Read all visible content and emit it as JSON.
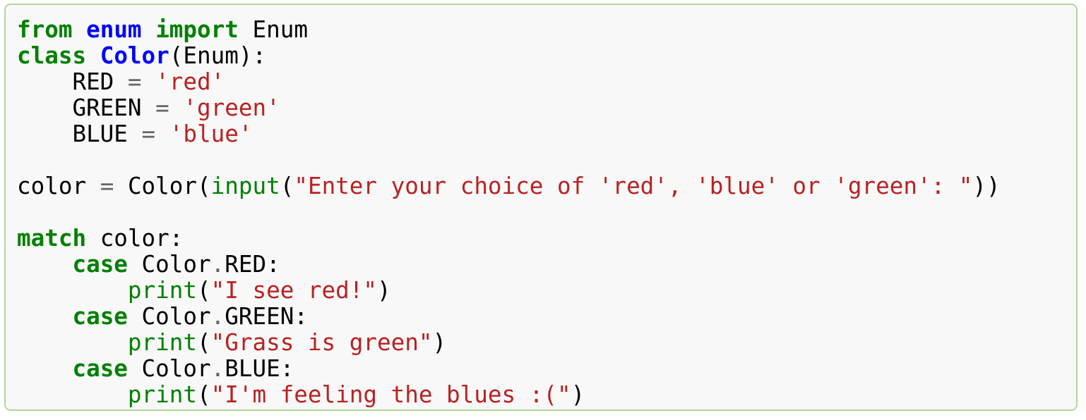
{
  "code_block": {
    "language": "python",
    "border_color": "#b4d5a0",
    "background_color": "#f8f8f8",
    "theme": {
      "keyword_color": "#008000",
      "namespace_color": "#0000ff",
      "class_name_color": "#0000ff",
      "builtin_color": "#008000",
      "string_color": "#ba2121",
      "operator_color": "#666666",
      "text_color": "#000000"
    },
    "lines": [
      {
        "n": 1,
        "text": "from enum import Enum",
        "tokens": [
          {
            "t": "from",
            "c": "tok-k"
          },
          {
            "t": " ",
            "c": "tok-n"
          },
          {
            "t": "enum",
            "c": "tok-kn"
          },
          {
            "t": " ",
            "c": "tok-n"
          },
          {
            "t": "import",
            "c": "tok-k"
          },
          {
            "t": " ",
            "c": "tok-n"
          },
          {
            "t": "Enum",
            "c": "tok-n"
          }
        ]
      },
      {
        "n": 2,
        "text": "class Color(Enum):",
        "tokens": [
          {
            "t": "class",
            "c": "tok-k"
          },
          {
            "t": " ",
            "c": "tok-n"
          },
          {
            "t": "Color",
            "c": "tok-nc"
          },
          {
            "t": "(",
            "c": "tok-p"
          },
          {
            "t": "Enum",
            "c": "tok-n"
          },
          {
            "t": "):",
            "c": "tok-p"
          }
        ]
      },
      {
        "n": 3,
        "text": "    RED = 'red'",
        "tokens": [
          {
            "t": "    RED ",
            "c": "tok-n"
          },
          {
            "t": "=",
            "c": "tok-o"
          },
          {
            "t": " ",
            "c": "tok-n"
          },
          {
            "t": "'red'",
            "c": "tok-s"
          }
        ]
      },
      {
        "n": 4,
        "text": "    GREEN = 'green'",
        "tokens": [
          {
            "t": "    GREEN ",
            "c": "tok-n"
          },
          {
            "t": "=",
            "c": "tok-o"
          },
          {
            "t": " ",
            "c": "tok-n"
          },
          {
            "t": "'green'",
            "c": "tok-s"
          }
        ]
      },
      {
        "n": 5,
        "text": "    BLUE = 'blue'",
        "tokens": [
          {
            "t": "    BLUE ",
            "c": "tok-n"
          },
          {
            "t": "=",
            "c": "tok-o"
          },
          {
            "t": " ",
            "c": "tok-n"
          },
          {
            "t": "'blue'",
            "c": "tok-s"
          }
        ]
      },
      {
        "n": 6,
        "text": "",
        "tokens": []
      },
      {
        "n": 7,
        "text": "color = Color(input(\"Enter your choice of 'red', 'blue' or 'green': \"))",
        "tokens": [
          {
            "t": "color ",
            "c": "tok-n"
          },
          {
            "t": "=",
            "c": "tok-o"
          },
          {
            "t": " ",
            "c": "tok-n"
          },
          {
            "t": "Color",
            "c": "tok-n"
          },
          {
            "t": "(",
            "c": "tok-p"
          },
          {
            "t": "input",
            "c": "tok-nb"
          },
          {
            "t": "(",
            "c": "tok-p"
          },
          {
            "t": "\"Enter your choice of 'red', 'blue' or 'green': \"",
            "c": "tok-s"
          },
          {
            "t": "))",
            "c": "tok-p"
          }
        ]
      },
      {
        "n": 8,
        "text": "",
        "tokens": []
      },
      {
        "n": 9,
        "text": "match color:",
        "tokens": [
          {
            "t": "match",
            "c": "tok-k"
          },
          {
            "t": " color",
            "c": "tok-n"
          },
          {
            "t": ":",
            "c": "tok-p"
          }
        ]
      },
      {
        "n": 10,
        "text": "    case Color.RED:",
        "tokens": [
          {
            "t": "    ",
            "c": "tok-n"
          },
          {
            "t": "case",
            "c": "tok-k"
          },
          {
            "t": " Color",
            "c": "tok-n"
          },
          {
            "t": ".",
            "c": "tok-o"
          },
          {
            "t": "RED",
            "c": "tok-n"
          },
          {
            "t": ":",
            "c": "tok-p"
          }
        ]
      },
      {
        "n": 11,
        "text": "        print(\"I see red!\")",
        "tokens": [
          {
            "t": "        ",
            "c": "tok-n"
          },
          {
            "t": "print",
            "c": "tok-nb"
          },
          {
            "t": "(",
            "c": "tok-p"
          },
          {
            "t": "\"I see red!\"",
            "c": "tok-s"
          },
          {
            "t": ")",
            "c": "tok-p"
          }
        ]
      },
      {
        "n": 12,
        "text": "    case Color.GREEN:",
        "tokens": [
          {
            "t": "    ",
            "c": "tok-n"
          },
          {
            "t": "case",
            "c": "tok-k"
          },
          {
            "t": " Color",
            "c": "tok-n"
          },
          {
            "t": ".",
            "c": "tok-o"
          },
          {
            "t": "GREEN",
            "c": "tok-n"
          },
          {
            "t": ":",
            "c": "tok-p"
          }
        ]
      },
      {
        "n": 13,
        "text": "        print(\"Grass is green\")",
        "tokens": [
          {
            "t": "        ",
            "c": "tok-n"
          },
          {
            "t": "print",
            "c": "tok-nb"
          },
          {
            "t": "(",
            "c": "tok-p"
          },
          {
            "t": "\"Grass is green\"",
            "c": "tok-s"
          },
          {
            "t": ")",
            "c": "tok-p"
          }
        ]
      },
      {
        "n": 14,
        "text": "    case Color.BLUE:",
        "tokens": [
          {
            "t": "    ",
            "c": "tok-n"
          },
          {
            "t": "case",
            "c": "tok-k"
          },
          {
            "t": " Color",
            "c": "tok-n"
          },
          {
            "t": ".",
            "c": "tok-o"
          },
          {
            "t": "BLUE",
            "c": "tok-n"
          },
          {
            "t": ":",
            "c": "tok-p"
          }
        ]
      },
      {
        "n": 15,
        "text": "        print(\"I'm feeling the blues :(\")",
        "tokens": [
          {
            "t": "        ",
            "c": "tok-n"
          },
          {
            "t": "print",
            "c": "tok-nb"
          },
          {
            "t": "(",
            "c": "tok-p"
          },
          {
            "t": "\"I'm feeling the blues :(\"",
            "c": "tok-s"
          },
          {
            "t": ")",
            "c": "tok-p"
          }
        ]
      }
    ]
  }
}
